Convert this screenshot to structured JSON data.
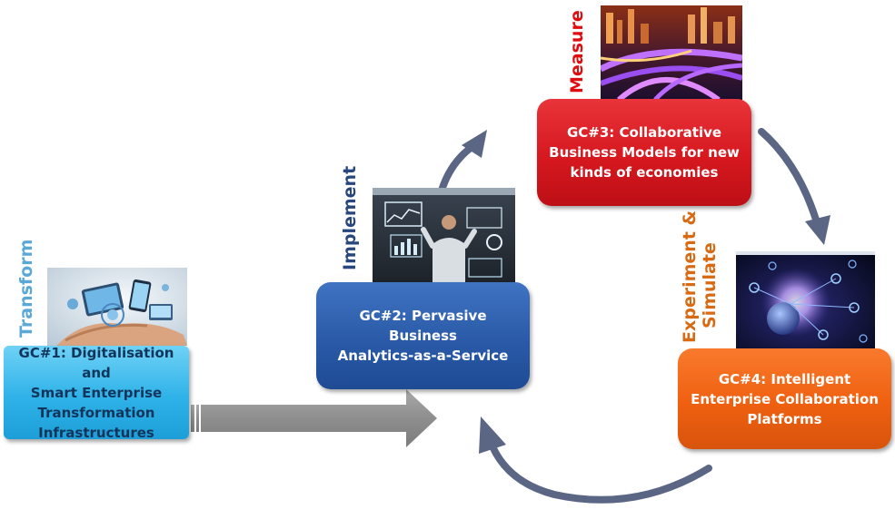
{
  "diagram": {
    "boxes": [
      {
        "id": "gc1",
        "lines": [
          "GC#1: Digitalisation and",
          "Smart Enterprise",
          "Transformation",
          "Infrastructures"
        ],
        "color": "#2fb2e8",
        "text_color": "#12355c"
      },
      {
        "id": "gc2",
        "lines": [
          "GC#2: Pervasive Business",
          "Analytics-as-a-Service"
        ],
        "color": "#2a5aa8",
        "text_color": "#ffffff"
      },
      {
        "id": "gc3",
        "lines": [
          "GC#3: Collaborative",
          "Business Models for new",
          "kinds of economies"
        ],
        "color": "#d6181f",
        "text_color": "#ffffff"
      },
      {
        "id": "gc4",
        "lines": [
          "GC#4: Intelligent",
          "Enterprise Collaboration",
          "Platforms"
        ],
        "color": "#ef6010",
        "text_color": "#ffffff"
      }
    ],
    "stage_labels": {
      "transform": {
        "text": "Transform",
        "color": "#59a8d8"
      },
      "implement": {
        "text": "Implement",
        "color": "#28477e"
      },
      "measure": {
        "text": "Measure",
        "color": "#e00d10"
      },
      "experiment": {
        "lines": [
          "Experiment &",
          "Simulate"
        ],
        "color": "#d86a14"
      }
    },
    "images": [
      {
        "id": "pic1",
        "icon": "hand-holding-devices-photo"
      },
      {
        "id": "pic2",
        "icon": "businessman-touchscreen-analytics-photo"
      },
      {
        "id": "pic3",
        "icon": "city-highway-night-photo"
      },
      {
        "id": "pic4",
        "icon": "globe-network-icons-photo"
      }
    ],
    "connectors": {
      "arrow_color": "#5a6684",
      "block_arrow_color": "#8c8c8c"
    }
  }
}
